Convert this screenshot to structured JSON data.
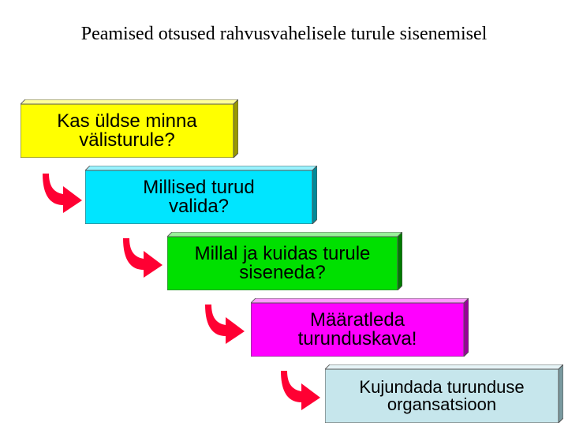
{
  "title": "Peamised otsused rahvusvahelisele turule sisenemisel",
  "steps": [
    {
      "line1": "Kas üldse minna",
      "line2": "välisturule?",
      "face": "#ffff00",
      "top": "#ffff99",
      "side": "#999900"
    },
    {
      "line1": "Millised turud",
      "line2": "valida?",
      "face": "#00e5ff",
      "top": "#99f3ff",
      "side": "#008a99"
    },
    {
      "line1": "Millal ja kuidas turule",
      "line2": "siseneda?",
      "face": "#00e000",
      "top": "#99f099",
      "side": "#007a00"
    },
    {
      "line1": "Määratleda",
      "line2": "turunduskava!",
      "face": "#ff00ff",
      "top": "#ff99ff",
      "side": "#990099"
    },
    {
      "line1": "Kujundada turunduse",
      "line2": "organsatsioon",
      "face": "#c6e6ec",
      "top": "#e6f4f7",
      "side": "#7a9aa0"
    }
  ],
  "arrow_color": "#ff0033"
}
